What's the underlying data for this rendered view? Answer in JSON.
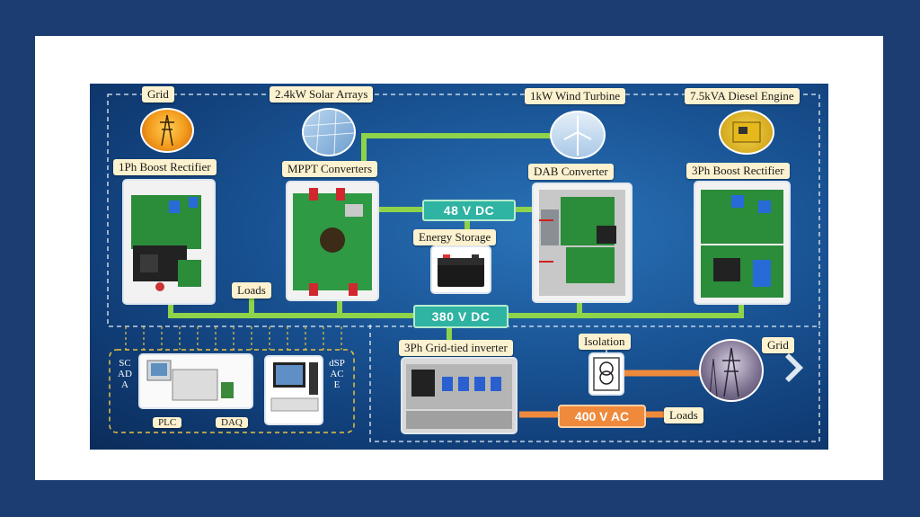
{
  "labels": {
    "grid_top": "Grid",
    "solar": "2.4kW Solar Arrays",
    "wind": "1kW Wind Turbine",
    "diesel": "7.5kVA Diesel Engine",
    "boost_1ph": "1Ph Boost Rectifier",
    "mppt": "MPPT Converters",
    "dab": "DAB Converter",
    "boost_3ph": "3Ph Boost Rectifier",
    "energy_storage": "Energy Storage",
    "loads_dc": "Loads",
    "inverter": "3Ph Grid-tied inverter",
    "isolation": "Isolation",
    "grid_right": "Grid",
    "loads_ac": "Loads",
    "plc": "PLC",
    "daq": "DAQ"
  },
  "buses": {
    "dc48": "48 V DC",
    "dc380": "380 V DC",
    "ac400": "400 V AC"
  },
  "vertical_text": {
    "scada": "SCADA",
    "dspace": "dSPACE"
  },
  "colors": {
    "panel_bg": "#1a5596",
    "dc_line": "#8ed34a",
    "ac_line": "#ef8a3d",
    "label_bg": "#fdf2cf",
    "outer_bg": "#1b3d72"
  }
}
